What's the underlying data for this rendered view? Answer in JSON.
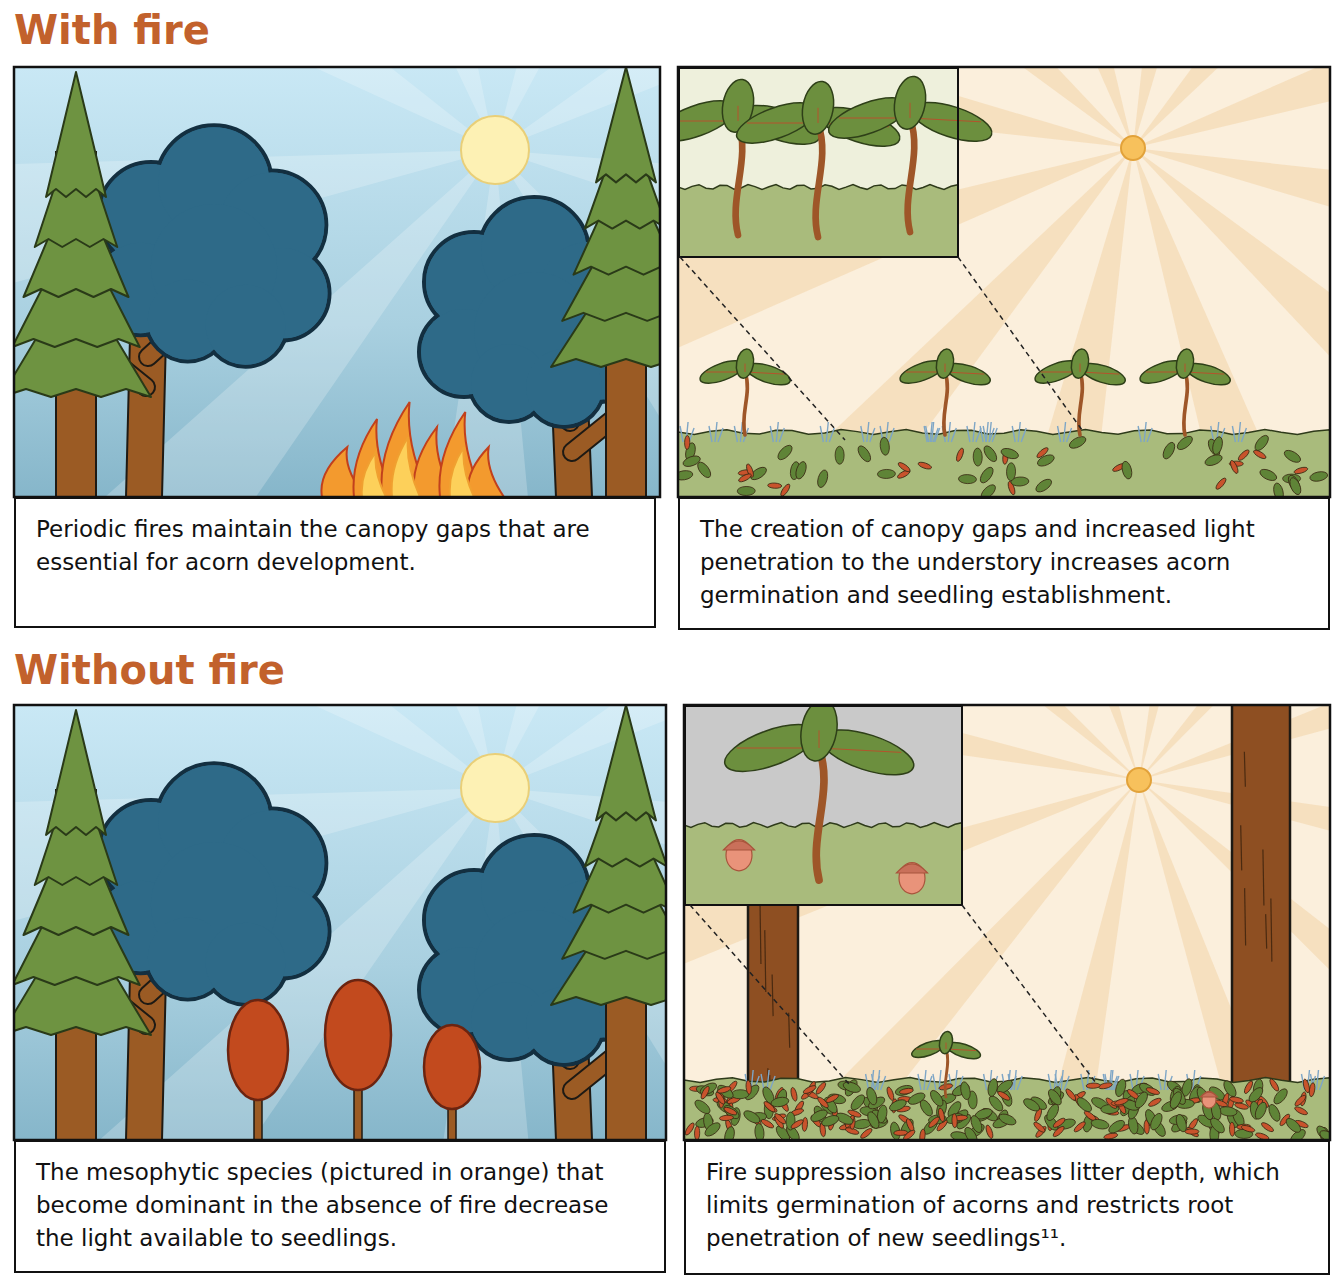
{
  "diagram": {
    "nodes": [
      {
        "text": [
          "Periodic fires maintain the canopy gaps that are essential for acorn development."
        ]
      },
      {
        "text": [
          "The creation of canopy gaps and increased light penetration to the understory increases acorn germination and seedling establishment."
        ]
      },
      {
        "text": [
          "The mesophytic species (pictured in orange) that become dominant in the absence of fire decrease the light available to seedlings."
        ]
      },
      {
        "text": [
          "Fire suppression also increases litter depth, which limits germination of acorns and restricts root penetration of new seedlings¹¹."
        ]
      }
    ],
    "labels": [
      "With fire",
      "Without fire"
    ]
  }
}
